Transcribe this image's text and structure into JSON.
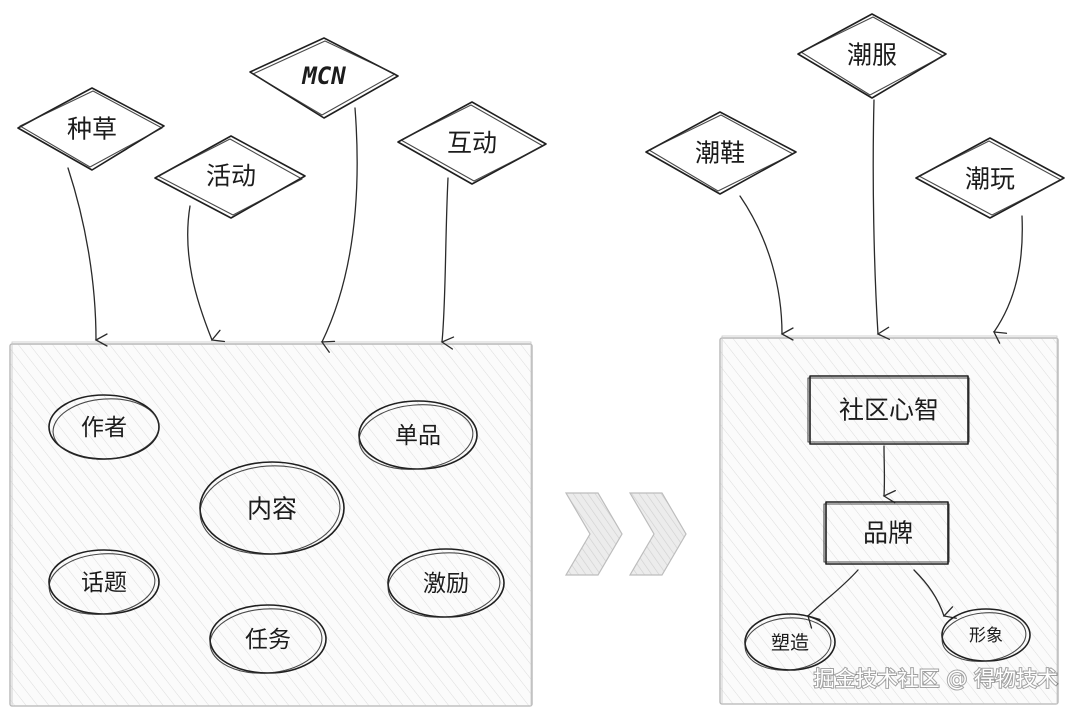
{
  "left_panel": {
    "top_diamonds": [
      {
        "id": "zhongcao",
        "label": "种草",
        "fill": "#ffffff"
      },
      {
        "id": "huodong",
        "label": "活动",
        "fill": "#f7df8c"
      },
      {
        "id": "mcn",
        "label": "MCN",
        "fill": "#ffffff"
      },
      {
        "id": "hudong",
        "label": "互动",
        "fill": "#ffffff"
      }
    ],
    "ellipses": [
      {
        "id": "zuozhe",
        "label": "作者",
        "fill": "#ffffff"
      },
      {
        "id": "danpin",
        "label": "单品",
        "fill": "#ffffff"
      },
      {
        "id": "neirong",
        "label": "内容",
        "fill": "#a9e3a0"
      },
      {
        "id": "huati",
        "label": "话题",
        "fill": "#ffffff"
      },
      {
        "id": "jili",
        "label": "激励",
        "fill": "#ffffff"
      },
      {
        "id": "renwu",
        "label": "任务",
        "fill": "#ffffff"
      }
    ]
  },
  "right_panel": {
    "top_diamonds": [
      {
        "id": "chaoxie",
        "label": "潮鞋",
        "fill": "#ffffff"
      },
      {
        "id": "chaofu",
        "label": "潮服",
        "fill": "#ffffff"
      },
      {
        "id": "chaowan",
        "label": "潮玩",
        "fill": "#ffffff"
      }
    ],
    "boxes": [
      {
        "id": "shequxinzhi",
        "label": "社区心智",
        "fill": "#e3e4e6"
      },
      {
        "id": "pinpai",
        "label": "品牌",
        "fill": "#ffffff"
      }
    ],
    "small_ellipses": [
      {
        "id": "suzao",
        "label": "塑造"
      },
      {
        "id": "xingxiang",
        "label": "形象"
      }
    ]
  },
  "chevron_color": "#d8d8d8",
  "watermark": "掘金技术社区 @ 得物技术"
}
